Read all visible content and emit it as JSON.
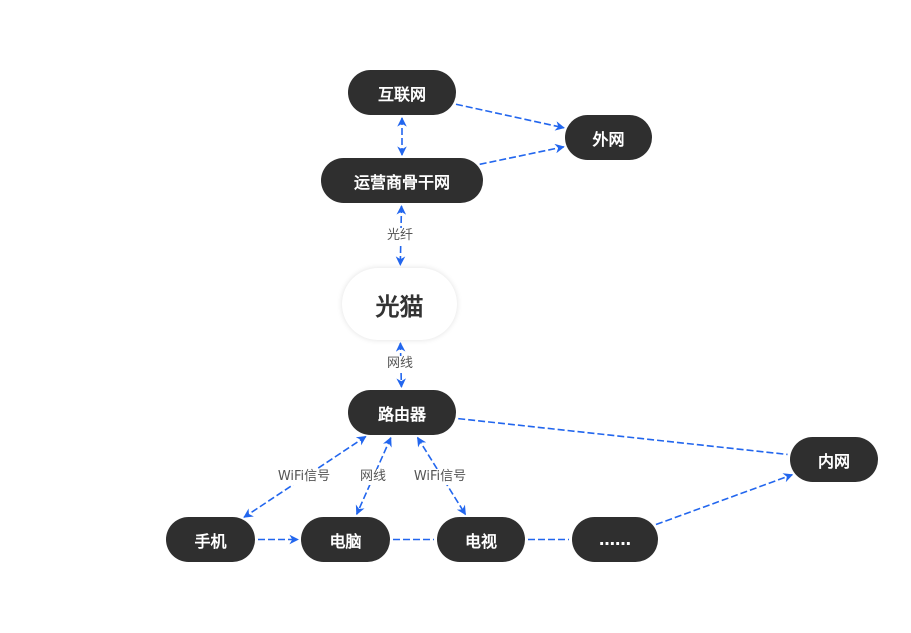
{
  "colors": {
    "edge": "#2266ee",
    "node": "#2f2f2f",
    "node_text": "#ffffff",
    "modem_text": "#333333"
  },
  "nodes": {
    "internet": "互联网",
    "external": "外网",
    "isp_backbone": "运营商骨干网",
    "modem": "光猫",
    "router": "路由器",
    "intranet": "内网",
    "phone": "手机",
    "computer": "电脑",
    "tv": "电视",
    "more": "……"
  },
  "edge_labels": {
    "fiber": "光纤",
    "cable_modem_router": "网线",
    "wifi_phone": "WiFi信号",
    "cable_computer": "网线",
    "wifi_tv": "WiFi信号"
  },
  "edges": [
    {
      "from": "internet",
      "to": "external",
      "arrow": "end"
    },
    {
      "from": "internet",
      "to": "isp_backbone",
      "arrow": "both"
    },
    {
      "from": "isp_backbone",
      "to": "external",
      "arrow": "end"
    },
    {
      "from": "isp_backbone",
      "to": "modem",
      "arrow": "both",
      "label": "fiber"
    },
    {
      "from": "modem",
      "to": "router",
      "arrow": "both",
      "label": "cable_modem_router"
    },
    {
      "from": "router",
      "to": "phone",
      "arrow": "both",
      "label": "wifi_phone"
    },
    {
      "from": "router",
      "to": "computer",
      "arrow": "both",
      "label": "cable_computer"
    },
    {
      "from": "router",
      "to": "tv",
      "arrow": "both",
      "label": "wifi_tv"
    },
    {
      "from": "router",
      "to": "intranet",
      "arrow": "none"
    },
    {
      "from": "phone",
      "to": "computer",
      "arrow": "end"
    },
    {
      "from": "computer",
      "to": "tv",
      "arrow": "none"
    },
    {
      "from": "tv",
      "to": "more",
      "arrow": "none"
    },
    {
      "from": "more",
      "to": "intranet",
      "arrow": "end"
    }
  ]
}
